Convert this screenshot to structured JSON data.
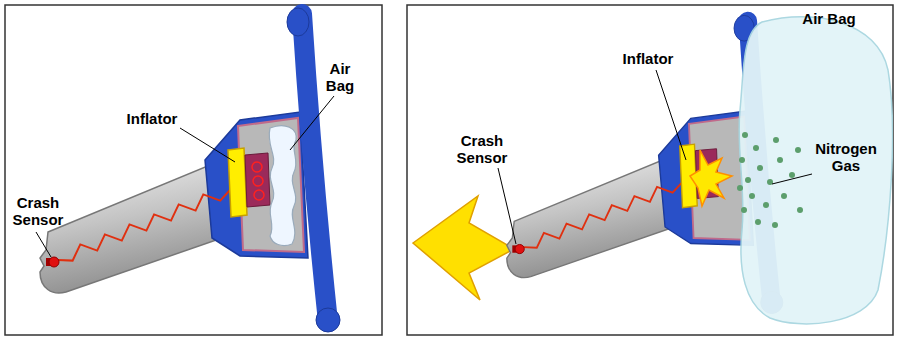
{
  "diagram": {
    "labels": [
      "Crash Sensor",
      "Inflator",
      "Air Bag",
      "Crash Sensor",
      "Inflator",
      "Air Bag",
      "Nitrogen Gas"
    ]
  }
}
